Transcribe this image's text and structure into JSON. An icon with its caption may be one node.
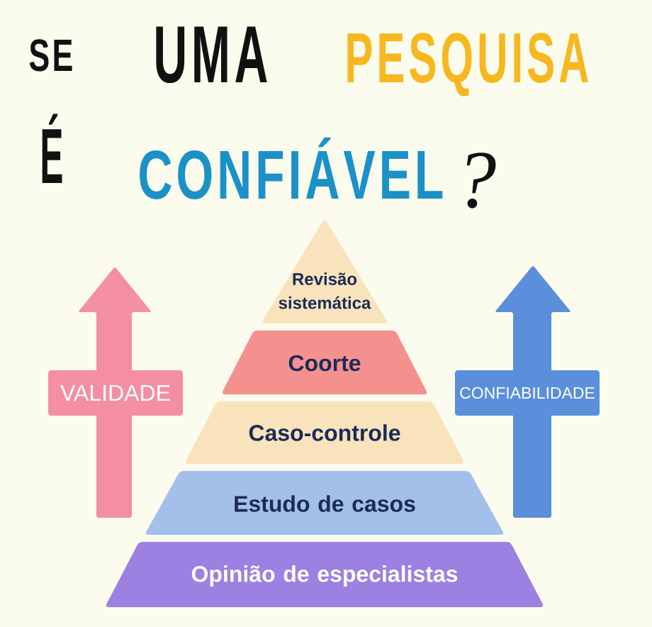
{
  "diagram": {
    "nodes": [
      {
        "text": [
          "Revisão sistemática"
        ]
      },
      {
        "text": [
          "Coorte"
        ]
      },
      {
        "text": [
          "Caso-controle"
        ]
      },
      {
        "text": [
          "Estudo de casos"
        ]
      },
      {
        "text": [
          "Opinião de especialistas"
        ]
      },
      {
        "text": [
          "VALIDADE"
        ]
      },
      {
        "text": [
          "CONFIABILIDADE"
        ]
      }
    ],
    "labels": [
      "SE",
      "UMA",
      "PESQUISA",
      "É",
      "CONFIÁVEL",
      "?"
    ]
  }
}
